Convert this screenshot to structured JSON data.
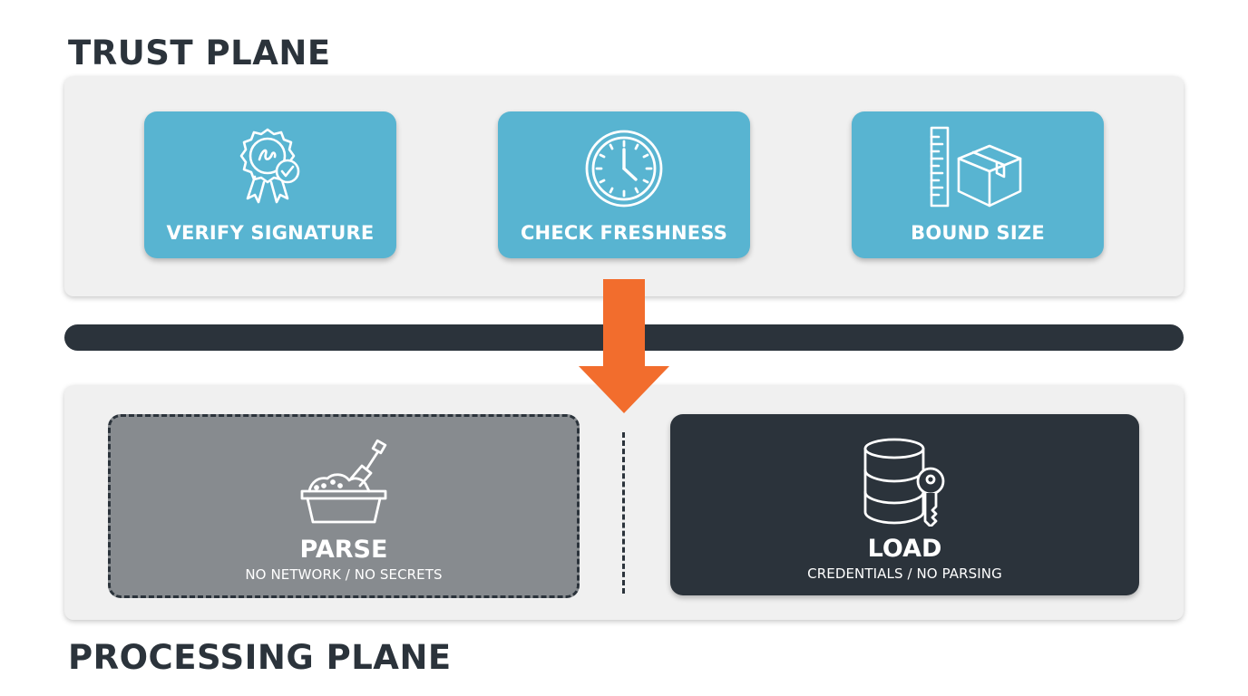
{
  "trust_plane": {
    "title": "TRUST PLANE",
    "cards": [
      {
        "label": "VERIFY SIGNATURE",
        "icon": "certificate-badge-icon"
      },
      {
        "label": "CHECK FRESHNESS",
        "icon": "clock-icon"
      },
      {
        "label": "BOUND SIZE",
        "icon": "ruler-box-icon"
      }
    ],
    "card_color": "#58b4d1"
  },
  "processing_plane": {
    "title": "PROCESSING PLANE",
    "parse": {
      "title": "PARSE",
      "subtitle": "NO NETWORK / NO SECRETS",
      "icon": "sandbox-shovel-icon",
      "color": "#878b8f"
    },
    "load": {
      "title": "LOAD",
      "subtitle": "CREDENTIALS / NO PARSING",
      "icon": "database-key-icon",
      "color": "#2b333b"
    }
  },
  "colors": {
    "accent_arrow": "#f26d2d",
    "dark": "#2b333b",
    "panel_bg": "#f0f0f0"
  }
}
